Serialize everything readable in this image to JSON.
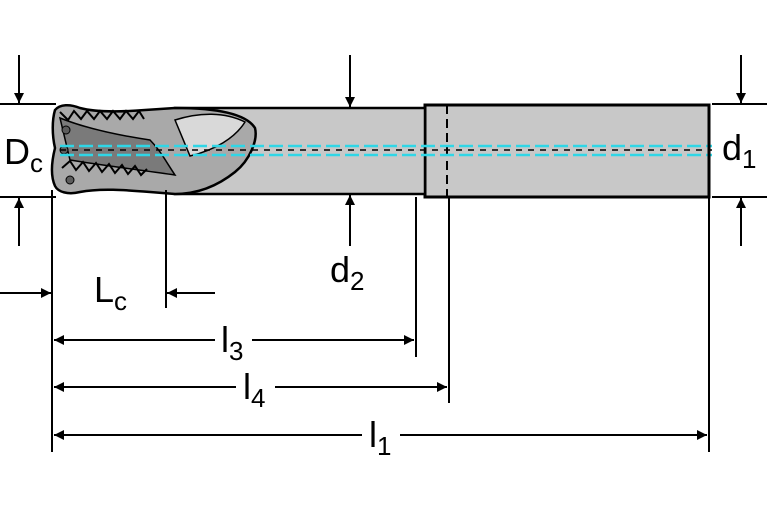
{
  "labels": {
    "Dc": {
      "main": "D",
      "sub": "c"
    },
    "d1": {
      "main": "d",
      "sub": "1"
    },
    "d2": {
      "main": "d",
      "sub": "2"
    },
    "Lc": {
      "main": "L",
      "sub": "c"
    },
    "l3": {
      "main": "l",
      "sub": "3"
    },
    "l4": {
      "main": "l",
      "sub": "4"
    },
    "l1": {
      "main": "l",
      "sub": "1"
    }
  },
  "colors": {
    "line": "#000000",
    "tool_fill": "#c8c8c8",
    "tool_dark": "#8a8a8a",
    "centerline": "#2fd6e6"
  }
}
